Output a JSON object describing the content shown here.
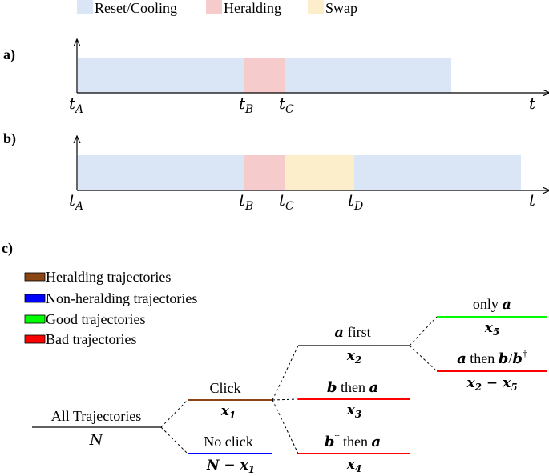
{
  "legend_top": {
    "reset": {
      "label": "Reset/Cooling",
      "color": "#dae6f6"
    },
    "herald": {
      "label": "Heralding",
      "color": "#f6cbcb"
    },
    "swap": {
      "label": "Swap",
      "color": "#fdeecb"
    }
  },
  "panel_a": {
    "label": "a)",
    "tA": "t",
    "tA_sub": "A",
    "tB": "t",
    "tB_sub": "B",
    "tC": "t",
    "tC_sub": "C",
    "t": "t"
  },
  "panel_b": {
    "label": "b)",
    "tA": "t",
    "tA_sub": "A",
    "tB": "t",
    "tB_sub": "B",
    "tC": "t",
    "tC_sub": "C",
    "tD": "t",
    "tD_sub": "D",
    "t": "t"
  },
  "panel_c": {
    "label": "c)",
    "legend": [
      {
        "label": "Heralding trajectories",
        "color": "#8b4513"
      },
      {
        "label": "Non-heralding trajectories",
        "color": "#0000ff"
      },
      {
        "label": "Good trajectories",
        "color": "#00ff00"
      },
      {
        "label": "Bad trajectories",
        "color": "#ff0000"
      }
    ],
    "root": {
      "top": "All Trajectories",
      "bottom": "N"
    },
    "click": {
      "top": "Click",
      "bottom": "x",
      "bottom_sub": "1"
    },
    "noclick": {
      "top": "No click",
      "bottom": "N − x",
      "bottom_sub": "1"
    },
    "afirst": {
      "top_math": "a",
      "top_text": " first",
      "bottom": "x",
      "bottom_sub": "2"
    },
    "bthena": {
      "top_math1": "b",
      "top_text": " then ",
      "top_math2": "a",
      "bottom": "x",
      "bottom_sub": "3"
    },
    "bdagthena": {
      "top_math1": "b",
      "top_sup": "†",
      "top_text": " then ",
      "top_math2": "a",
      "bottom": "x",
      "bottom_sub": "4"
    },
    "onlya": {
      "top_text": "only ",
      "top_math": "a",
      "bottom": "x",
      "bottom_sub": "5"
    },
    "athenb": {
      "top_math1": "a",
      "top_text": " then ",
      "top_math2": "b",
      "top_slash": "/",
      "top_math3": "b",
      "top_sup": "†",
      "bottom1": "x",
      "bottom1_sub": "2",
      "bottom_minus": " − ",
      "bottom2": "x",
      "bottom2_sub": "5"
    }
  }
}
